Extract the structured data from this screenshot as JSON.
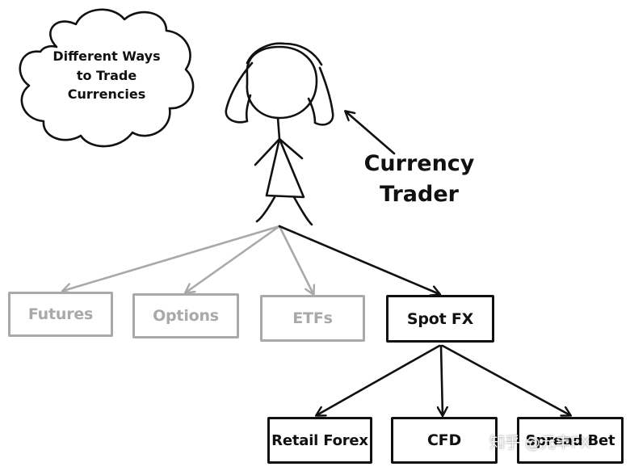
{
  "cloud": {
    "lines": [
      "Different Ways",
      "to Trade",
      "Currencies"
    ]
  },
  "trader_label": {
    "lines": [
      "Currency",
      "Trader"
    ]
  },
  "nodes": {
    "futures": "Futures",
    "options": "Options",
    "etfs": "ETFs",
    "spot_fx": "Spot FX",
    "retail_forex": "Retail Forex",
    "cfd": "CFD",
    "spread_bet": "Spread Bet"
  },
  "watermark": "知乎 @元丰FX",
  "colors": {
    "active": "#111111",
    "inactive": "#a9a9a9",
    "background": "#ffffff"
  }
}
